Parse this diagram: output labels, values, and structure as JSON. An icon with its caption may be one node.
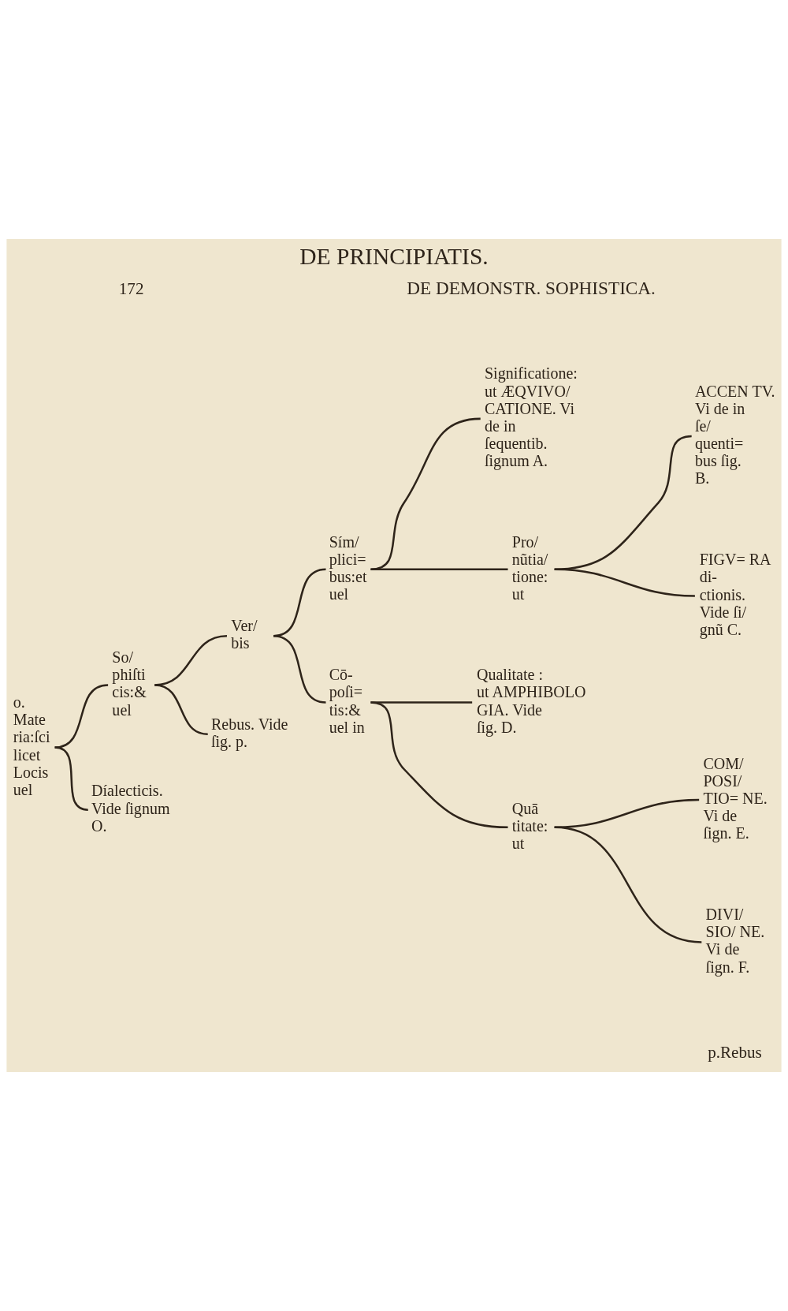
{
  "diagram": {
    "title": "DE PRINCIPIATIS.",
    "nodes": [
      {
        "text": [
          "o.",
          "Mate ria:ſci licet Locis uel"
        ]
      },
      {
        "text": [
          "So/ phiſti cis:& uel"
        ]
      },
      {
        "text": [
          "Ver/ bis"
        ]
      },
      {
        "text": [
          "Sím/ plici= bus:et uel"
        ]
      },
      {
        "text": [
          "Significatione: ut ÆQVIVO/ CATIONE. Vi de in ſequentib. ſignum A."
        ]
      },
      {
        "text": [
          "Pro/ nũtia/ tione: ut"
        ]
      },
      {
        "text": [
          "ACCEN TV. Vi de in ſe/ quenti= bus ſig. B."
        ]
      },
      {
        "text": [
          "FIGV= RA di- ctionis. Vide ſi/ gnũ C."
        ]
      },
      {
        "text": [
          "Cō- poſi= tis:& uel in"
        ]
      },
      {
        "text": [
          "Qualitate : ut AMPHIBOLO GIA. Vide ſig. D."
        ]
      },
      {
        "text": [
          "Quā titate: ut"
        ]
      },
      {
        "text": [
          "COM/ POSI/ TIO= NE. Vi de ſign. E."
        ]
      },
      {
        "text": [
          "DIVI/ SIO/ NE. Vi de ſign. F."
        ]
      },
      {
        "text": [
          "Rebus. Vide ſig. p."
        ]
      },
      {
        "text": [
          "Díalecticis. Vide ſignum O."
        ]
      }
    ],
    "edges": [
      {
        "from": 0,
        "to": 1,
        "arrow": "none"
      },
      {
        "from": 0,
        "to": 14,
        "arrow": "none"
      },
      {
        "from": 1,
        "to": 2,
        "arrow": "none"
      },
      {
        "from": 1,
        "to": 13,
        "arrow": "none"
      },
      {
        "from": 2,
        "to": 3,
        "arrow": "none"
      },
      {
        "from": 2,
        "to": 8,
        "arrow": "none"
      },
      {
        "from": 3,
        "to": 4,
        "arrow": "none"
      },
      {
        "from": 3,
        "to": 5,
        "arrow": "none"
      },
      {
        "from": 5,
        "to": 6,
        "arrow": "none"
      },
      {
        "from": 5,
        "to": 7,
        "arrow": "none"
      },
      {
        "from": 8,
        "to": 9,
        "arrow": "none"
      },
      {
        "from": 8,
        "to": 10,
        "arrow": "none"
      },
      {
        "from": 10,
        "to": 11,
        "arrow": "none"
      },
      {
        "from": 10,
        "to": 12,
        "arrow": "none"
      }
    ],
    "labels": [
      "172",
      "DE DEMONSTR. SOPHISTICA.",
      "p.Rebus"
    ]
  }
}
